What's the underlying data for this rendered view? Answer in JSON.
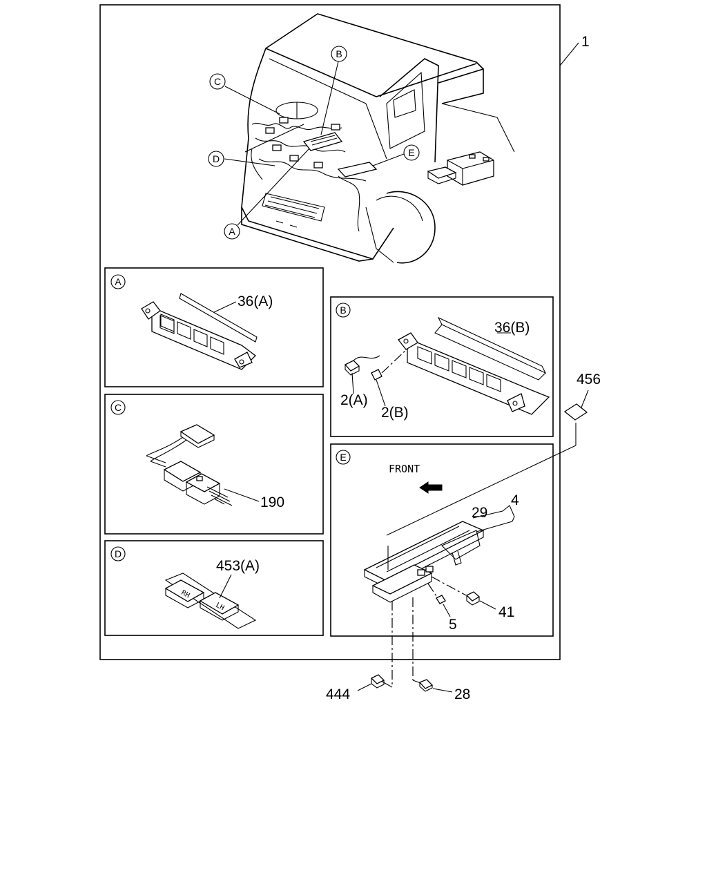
{
  "diagram": {
    "assembly_number": "1",
    "panels": {
      "A": {
        "letter": "A",
        "part_label": "36(A)"
      },
      "B": {
        "letter": "B",
        "part_label": "36(B)",
        "sub_labels": [
          "2(A)",
          "2(B)"
        ]
      },
      "C": {
        "letter": "C",
        "part_label": "190"
      },
      "D": {
        "letter": "D",
        "part_label": "453(A)",
        "tag_left": "RH",
        "tag_right": "LH"
      },
      "E": {
        "letter": "E",
        "direction_label": "FRONT",
        "part_labels": [
          "4",
          "29",
          "41",
          "5"
        ]
      }
    },
    "overview_callouts": [
      "A",
      "B",
      "C",
      "D",
      "E"
    ],
    "outside_labels": [
      "456",
      "444",
      "28"
    ]
  }
}
